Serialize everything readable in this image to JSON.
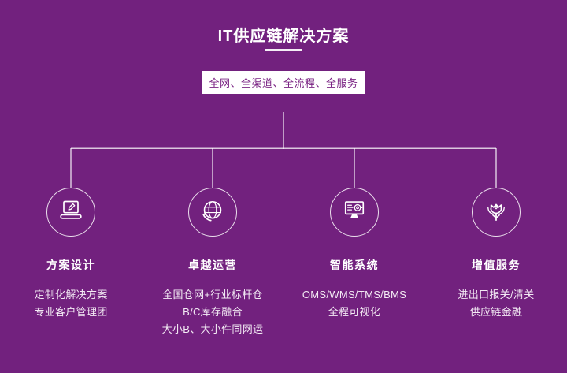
{
  "page": {
    "title": "IT供应链解决方案",
    "badge": "全网、全渠道、全流程、全服务"
  },
  "colors": {
    "background": "#72217e",
    "badge_background": "#ffffff",
    "badge_text": "#7a2383",
    "text": "#ffffff",
    "connector_line": "rgba(255,255,255,0.75)"
  },
  "branches": [
    {
      "icon": "laptop-pencil-icon",
      "title": "方案设计",
      "lines": [
        "定制化解决方案",
        "专业客户管理团"
      ]
    },
    {
      "icon": "globe-arrow-icon",
      "title": "卓越运营",
      "lines": [
        "全国仓网+行业标杆仓",
        "B/C库存融合",
        "大小B、大小件同网运"
      ]
    },
    {
      "icon": "monitor-gear-icon",
      "title": "智能系统",
      "lines": [
        "OMS/WMS/TMS/BMS",
        "全程可视化"
      ]
    },
    {
      "icon": "flower-hand-icon",
      "title": "增值服务",
      "lines": [
        "进出口报关/清关",
        "供应链金融"
      ]
    }
  ]
}
